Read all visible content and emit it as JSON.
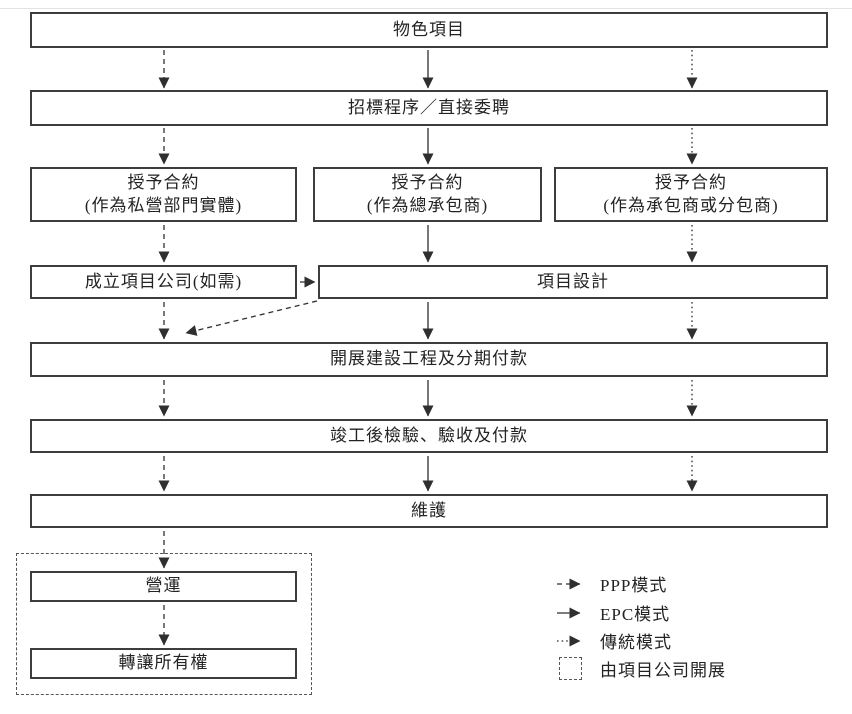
{
  "nodes": {
    "identify": "物色項目",
    "tender": "招標程序／直接委聘",
    "award_ppp": {
      "line1": "授予合約",
      "line2": "(作為私營部門實體)"
    },
    "award_epc": {
      "line1": "授予合約",
      "line2": "(作為總承包商)"
    },
    "award_trad": {
      "line1": "授予合約",
      "line2": "(作為承包商或分包商)"
    },
    "spv": "成立項目公司(如需)",
    "design": "項目設計",
    "construction": "開展建設工程及分期付款",
    "inspection": "竣工後檢驗、驗收及付款",
    "maintenance": "維護",
    "operation": "營運",
    "transfer": "轉讓所有權"
  },
  "legend": {
    "ppp": "PPP模式",
    "epc": "EPC模式",
    "traditional": "傳統模式",
    "project_company": "由項目公司開展"
  },
  "colors": {
    "line": "#2f2f2f",
    "border": "#3d3d3d",
    "text": "#232323"
  }
}
